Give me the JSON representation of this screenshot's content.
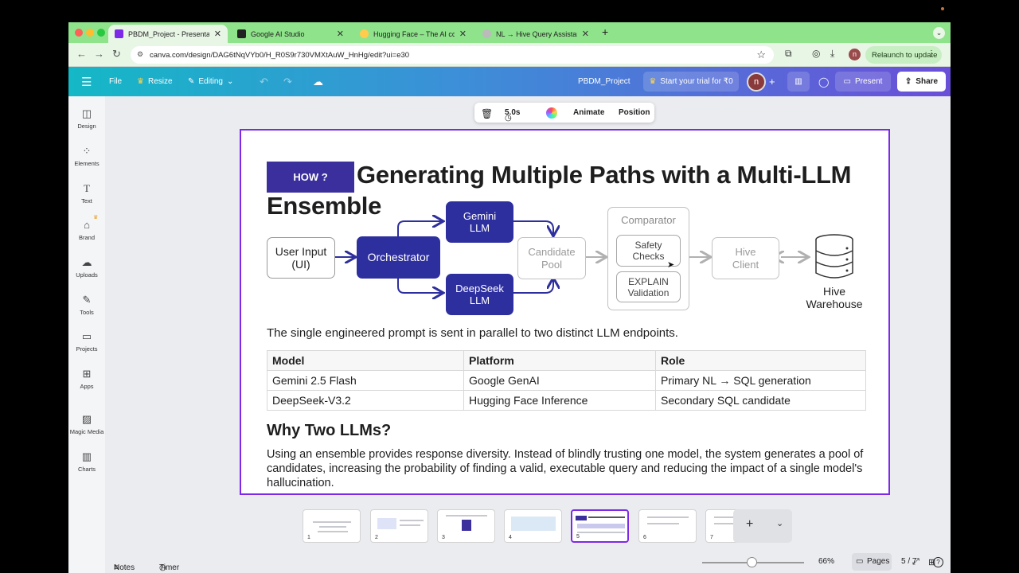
{
  "browser": {
    "tabs": [
      {
        "label": "PBDM_Project - Presentation",
        "color": "#7d2ae8"
      },
      {
        "label": "Google AI Studio",
        "color": "#222222"
      },
      {
        "label": "Hugging Face – The AI community",
        "color": "#ffcc4d"
      },
      {
        "label": "NL → Hive Query Assistant",
        "color": "#bbbbbb"
      }
    ],
    "new_tab": "+",
    "url": "canva.com/design/DAG6tNqVYb0/H_R0S9r730VMXtAuW_HnHg/edit?ui=e30",
    "relaunch_label": "Relaunch to update",
    "profile_initial": "n"
  },
  "canva_header": {
    "file": "File",
    "resize": "Resize",
    "editing": "Editing",
    "project_name": "PBDM_Project",
    "trial": "Start your trial for ₹0",
    "avatar_initial": "n",
    "present": "Present",
    "share": "Share"
  },
  "sidebar": {
    "items": [
      {
        "label": "Design",
        "icon": "layout-icon"
      },
      {
        "label": "Elements",
        "icon": "shapes-icon"
      },
      {
        "label": "Text",
        "icon": "text-icon"
      },
      {
        "label": "Brand",
        "icon": "brand-icon"
      },
      {
        "label": "Uploads",
        "icon": "cloud-upload-icon"
      },
      {
        "label": "Tools",
        "icon": "pen-icon"
      },
      {
        "label": "Projects",
        "icon": "folder-icon"
      },
      {
        "label": "Apps",
        "icon": "apps-icon"
      },
      {
        "label": "Magic Media",
        "icon": "image-magic-icon"
      },
      {
        "label": "Charts",
        "icon": "chart-icon"
      }
    ]
  },
  "floating_toolbar": {
    "duration": "5.0s",
    "animate": "Animate",
    "position": "Position"
  },
  "slide": {
    "badge": "HOW ?",
    "title": "Generating Multiple Paths with a Multi-LLM Ensemble",
    "diagram": {
      "user_input": "User Input\n(UI)",
      "orchestrator": "Orchestrator",
      "gemini": "Gemini\nLLM",
      "deepseek": "DeepSeek\nLLM",
      "candidate_pool": "Candidate\nPool",
      "comparator": "Comparator",
      "safety_checks": "Safety\nChecks",
      "explain_validation": "EXPLAIN\nValidation",
      "hive_client": "Hive\nClient",
      "hive_warehouse": "Hive\nWarehouse"
    },
    "body_text": "The single engineered prompt is sent in parallel to two distinct LLM endpoints.",
    "table": {
      "headers": [
        "Model",
        "Platform",
        "Role"
      ],
      "rows": [
        [
          "Gemini 2.5 Flash",
          "Google GenAI",
          "Primary NL → SQL generation"
        ],
        [
          "DeepSeek-V3.2",
          "Hugging Face Inference",
          "Secondary SQL candidate"
        ]
      ]
    },
    "why_heading": "Why Two LLMs?",
    "why_text": "Using an ensemble provides response diversity. Instead of blindly trusting one model, the system generates a pool of candidates, increasing the probability of finding a valid, executable query and reducing the impact of a single model's hallucination."
  },
  "pages": {
    "thumbnails": [
      "1",
      "2",
      "3",
      "4",
      "5",
      "6",
      "7"
    ],
    "active": "5",
    "add": "+"
  },
  "footer": {
    "notes": "Notes",
    "timer": "Timer",
    "zoom": "66%",
    "pages_label": "Pages",
    "page_count": "5 / 7"
  },
  "colors": {
    "accent_purple": "#7d2ae8",
    "diagram_blue": "#2e2f9e",
    "tab_strip_green": "#8fe38b"
  }
}
